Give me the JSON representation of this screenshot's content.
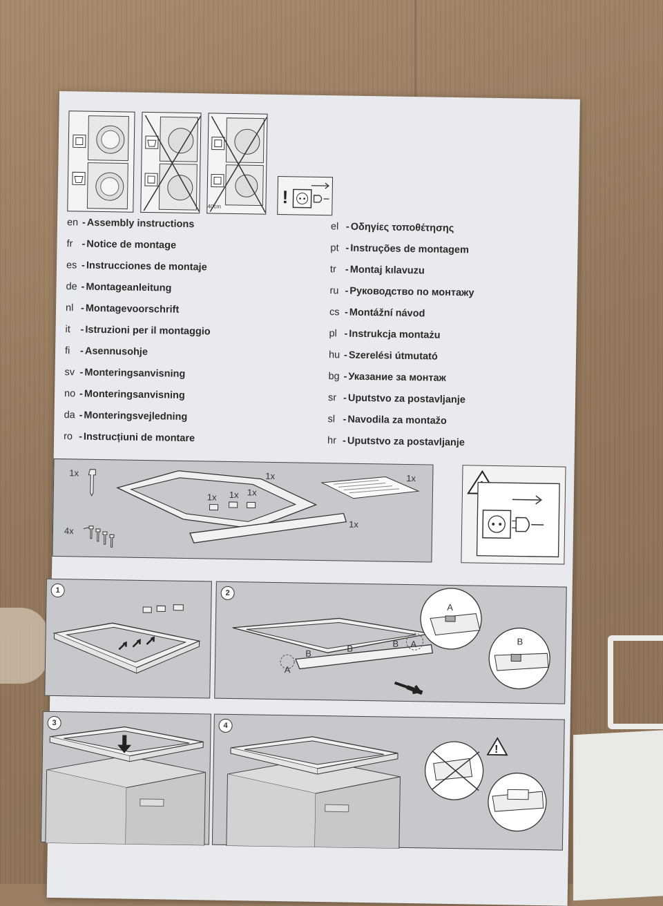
{
  "languages_left": [
    {
      "code": "en",
      "text": "Assembly instructions"
    },
    {
      "code": "fr",
      "text": "Notice de montage"
    },
    {
      "code": "es",
      "text": "Instrucciones de montaje"
    },
    {
      "code": "de",
      "text": "Montageanleitung"
    },
    {
      "code": "nl",
      "text": "Montagevoorschrift"
    },
    {
      "code": "it",
      "text": "Istruzioni per il montaggio"
    },
    {
      "code": "fi",
      "text": "Asennusohje"
    },
    {
      "code": "sv",
      "text": "Monteringsanvisning"
    },
    {
      "code": "no",
      "text": "Monteringsanvisning"
    },
    {
      "code": "da",
      "text": "Monteringsvejledning"
    },
    {
      "code": "ro",
      "text": "Instrucțiuni de montare"
    }
  ],
  "languages_right": [
    {
      "code": "el",
      "text": "Οδηγίες τοποθέτησης"
    },
    {
      "code": "pt",
      "text": "Instruções de montagem"
    },
    {
      "code": "tr",
      "text": "Montaj kılavuzu"
    },
    {
      "code": "ru",
      "text": "Руководство по монтажу"
    },
    {
      "code": "cs",
      "text": "Montážní návod"
    },
    {
      "code": "pl",
      "text": "Instrukcja montażu"
    },
    {
      "code": "hu",
      "text": "Szerelési útmutató"
    },
    {
      "code": "bg",
      "text": "Указание за монтаж"
    },
    {
      "code": "sr",
      "text": "Uputstvo za postavljanje"
    },
    {
      "code": "sl",
      "text": "Navodila za montažo"
    },
    {
      "code": "hr",
      "text": "Uputstvo za postavljanje"
    }
  ],
  "top_figures": {
    "distance_label": "40cm"
  },
  "parts": {
    "screw_qty": "1x",
    "frame_qty": "1x",
    "clip_qty_1": "1x",
    "clip_qty_2": "1x",
    "clip_qty_3": "1x",
    "manual_qty": "1x",
    "bar_qty": "1x",
    "small_screws_qty": "4x"
  },
  "steps": [
    {
      "number": "1"
    },
    {
      "number": "2",
      "labels": [
        "A",
        "B",
        "B",
        "B",
        "A",
        "A",
        "B"
      ]
    },
    {
      "number": "3"
    },
    {
      "number": "4"
    }
  ],
  "warning_symbol": "!"
}
